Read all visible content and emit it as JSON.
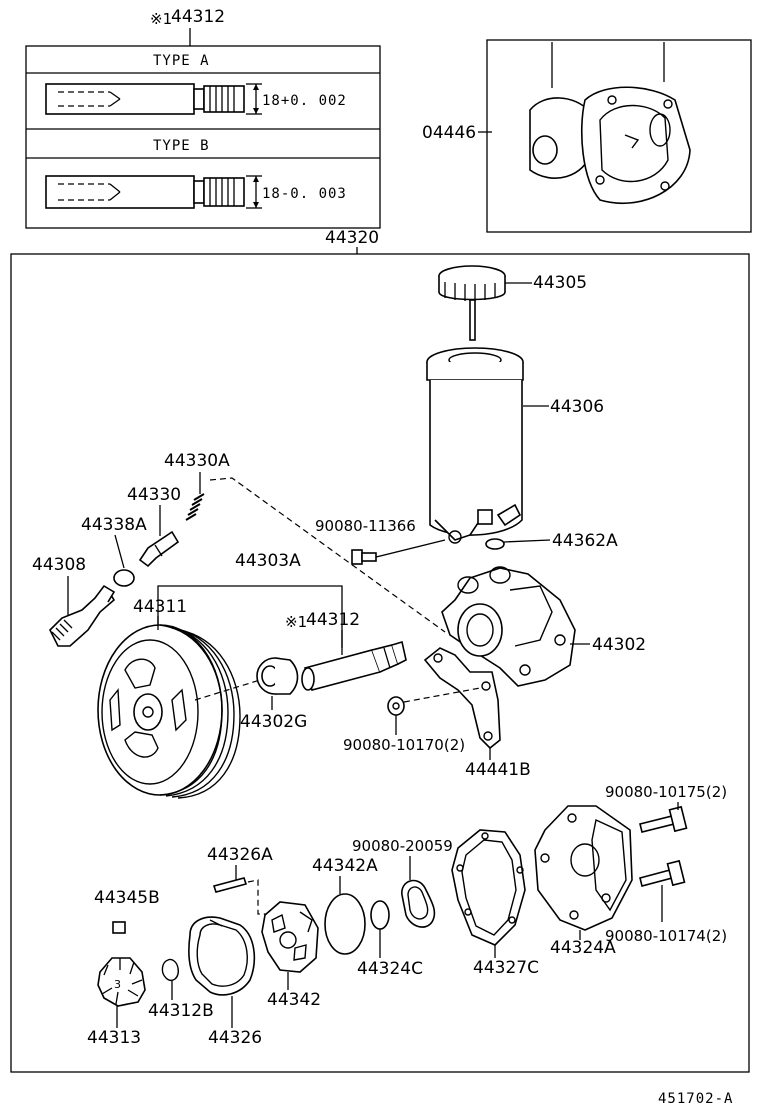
{
  "inset_left": {
    "part_number_prefix": "※1",
    "part_number": "44312",
    "type_a": {
      "heading": "TYPE  A",
      "dimension": "18+0. 002"
    },
    "type_b": {
      "heading": "TYPE  B",
      "dimension": "18-0. 003"
    }
  },
  "inset_right": {
    "part_number": "04446"
  },
  "assembly_number": "44320",
  "parts": {
    "p44305": "44305",
    "p44306": "44306",
    "p44330A": "44330A",
    "p44330": "44330",
    "p44338A": "44338A",
    "p44308": "44308",
    "p44303A": "44303A",
    "p44311": "44311",
    "p44312_prefix": "※1",
    "p44312": "44312",
    "p44302G": "44302G",
    "p90080_11366": "90080-11366",
    "p44362A": "44362A",
    "p44302": "44302",
    "p90080_10170": "90080-10170(2)",
    "p44441B": "44441B",
    "p90080_10175": "90080-10175(2)",
    "p90080_20059": "90080-20059",
    "p44326A": "44326A",
    "p44342A": "44342A",
    "p44345B": "44345B",
    "p44324C": "44324C",
    "p44327C": "44327C",
    "p44324A": "44324A",
    "p90080_10174": "90080-10174(2)",
    "p44313": "44313",
    "p44312B": "44312B",
    "p44326": "44326",
    "p44342": "44342"
  },
  "diagram_code": "451702-A"
}
